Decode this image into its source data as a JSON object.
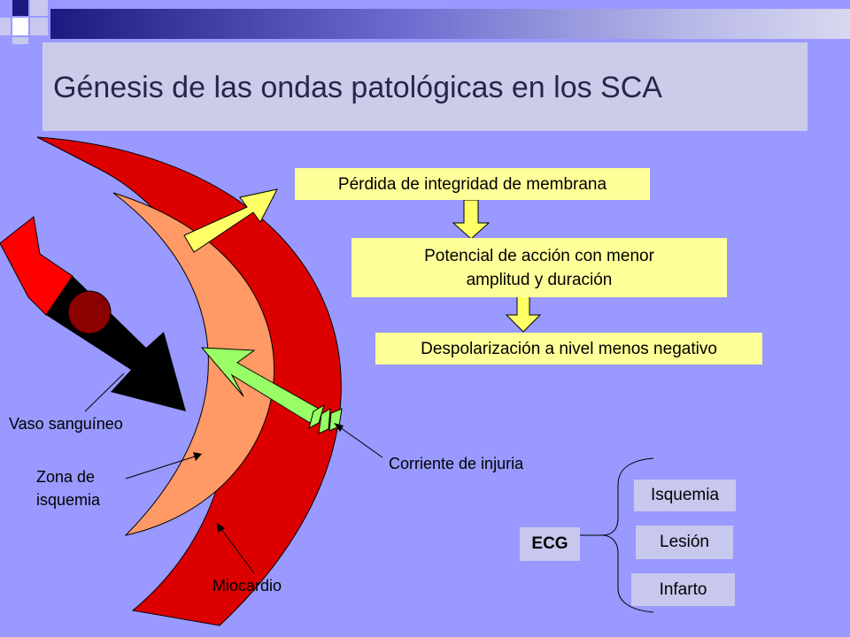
{
  "slide": {
    "title": "Génesis de las ondas patológicas en los SCA"
  },
  "flow": {
    "box1": "Pérdida de integridad de membrana",
    "box2_line1": "Potencial de acción con menor",
    "box2_line2": "amplitud y duración",
    "box3": "Despolarización a nivel menos negativo"
  },
  "labels": {
    "vaso": "Vaso sanguíneo",
    "zona_line1": "Zona de",
    "zona_line2": "isquemia",
    "miocardio": "Miocardio",
    "corriente": "Corriente de injuria"
  },
  "ecg": {
    "label": "ECG",
    "items": [
      "Isquemia",
      "Lesión",
      "Infarto"
    ]
  },
  "colors": {
    "background": "#9999ff",
    "myocardium": "#dd0000",
    "ischemia": "#ff9966",
    "flow_box": "#ffff99",
    "current_arrow": "#99ff66"
  }
}
